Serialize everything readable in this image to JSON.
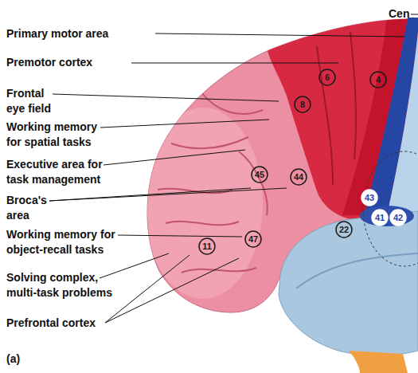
{
  "diagram": {
    "nodes": [
      {
        "text": [
          "6"
        ]
      },
      {
        "text": [
          "4"
        ]
      },
      {
        "text": [
          "8"
        ]
      },
      {
        "text": [
          "45"
        ]
      },
      {
        "text": [
          "44"
        ]
      },
      {
        "text": [
          "43"
        ]
      },
      {
        "text": [
          "41"
        ]
      },
      {
        "text": [
          "42"
        ]
      },
      {
        "text": [
          "22"
        ]
      },
      {
        "text": [
          "47"
        ]
      },
      {
        "text": [
          "11"
        ]
      }
    ],
    "labels": [
      "Cen",
      "Primary motor area",
      "Premotor cortex",
      "Frontal eye field",
      "Working memory for spatial tasks",
      "Executive area for task management",
      "Broca's area",
      "Working memory for object-recall tasks",
      "Solving complex, multi-task problems",
      "Prefrontal cortex",
      "(a)"
    ]
  }
}
